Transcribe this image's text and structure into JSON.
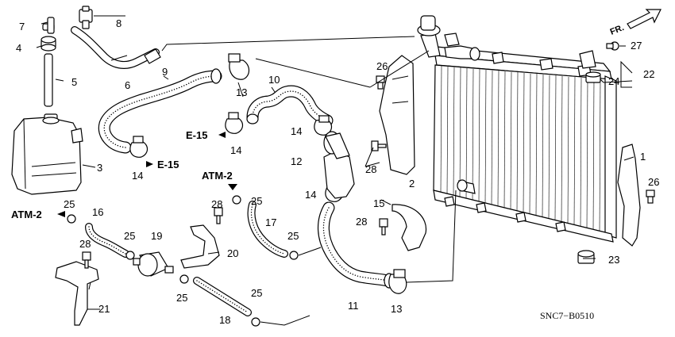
{
  "labels": {
    "p1": "1",
    "p2": "2",
    "p3": "3",
    "p4": "4",
    "p5": "5",
    "p6": "6",
    "p7": "7",
    "p8": "8",
    "p9": "9",
    "p10": "10",
    "p11": "11",
    "p12": "12",
    "p13a": "13",
    "p13b": "13",
    "p14a": "14",
    "p14b": "14",
    "p14c": "14",
    "p14d": "14",
    "p15": "15",
    "p16": "16",
    "p17": "17",
    "p18": "18",
    "p19": "19",
    "p20": "20",
    "p21": "21",
    "p22": "22",
    "p23": "23",
    "p24": "24",
    "p25a": "25",
    "p25b": "25",
    "p25c": "25",
    "p25d": "25",
    "p25e": "25",
    "p25f": "25",
    "p26a": "26",
    "p26b": "26",
    "p27": "27",
    "p28a": "28",
    "p28b": "28",
    "p28c": "28",
    "p28d": "28"
  },
  "refs": {
    "e15a": "E-15",
    "e15b": "E-15",
    "atm2a": "ATM-2",
    "atm2b": "ATM-2"
  },
  "direction": "FR.",
  "code": "SNC7−B0510"
}
